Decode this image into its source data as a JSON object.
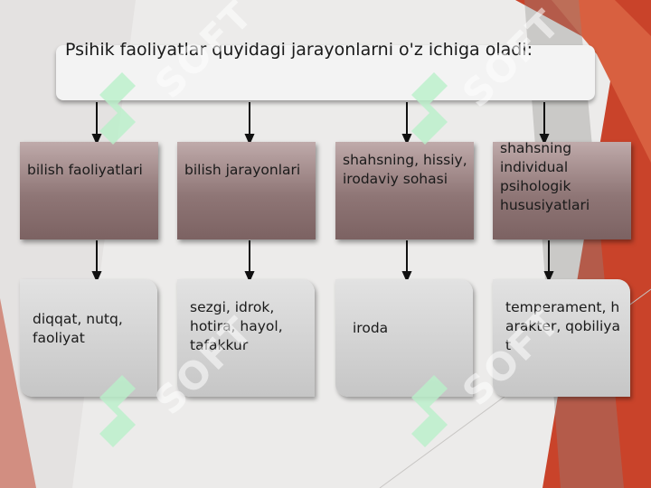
{
  "title": "Psihik faoliyatlar  quyidagi jarayonlarni o'z ichiga oladi:",
  "categories": [
    {
      "label": "bilish faoliyatlari"
    },
    {
      "label": "bilish jarayonlari"
    },
    {
      "label": "shahsning, hissiy, irodaviy sohasi"
    },
    {
      "label": "shahsning individual psihologik hususiyatlari"
    }
  ],
  "subitems": [
    {
      "label": "diqqat, nutq, faoliyat"
    },
    {
      "label": "sezgi, idrok, hotira, hayol, tafakkur"
    },
    {
      "label": "iroda"
    },
    {
      "label": "temperament, harakter, qobiliyat"
    }
  ],
  "watermark": {
    "text": "SOFT",
    "logo_icon": "s-logo-icon"
  },
  "colors": {
    "background": "#ecebea",
    "accent_red": "#c9432a",
    "category_box": "#8f7676",
    "sub_box": "#d4d4d4",
    "watermark_green": "#b9f0c9"
  }
}
